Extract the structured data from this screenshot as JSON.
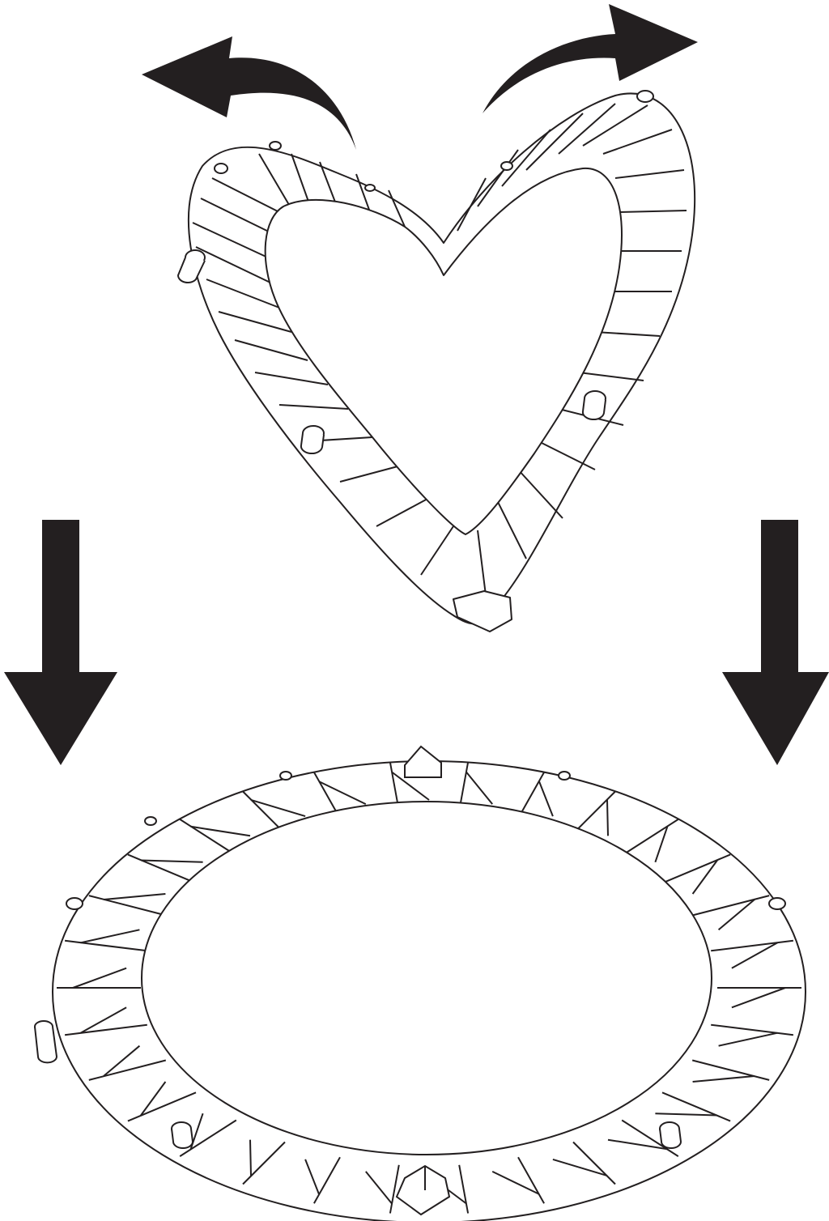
{
  "diagram": {
    "description_free": true,
    "colors": {
      "ink": "#231f20",
      "paper": "#ffffff"
    },
    "arrows": {
      "curved": [
        "fold-left",
        "fold-right"
      ],
      "straight": [
        "down-left",
        "down-right"
      ]
    },
    "objects": [
      "folded-trampoline-heart-shape",
      "open-round-trampoline"
    ]
  }
}
